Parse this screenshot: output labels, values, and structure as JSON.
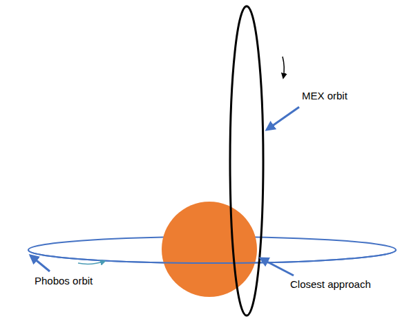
{
  "diagram": {
    "labels": [
      "MEX orbit",
      "Phobos orbit",
      "Closest approach"
    ]
  }
}
